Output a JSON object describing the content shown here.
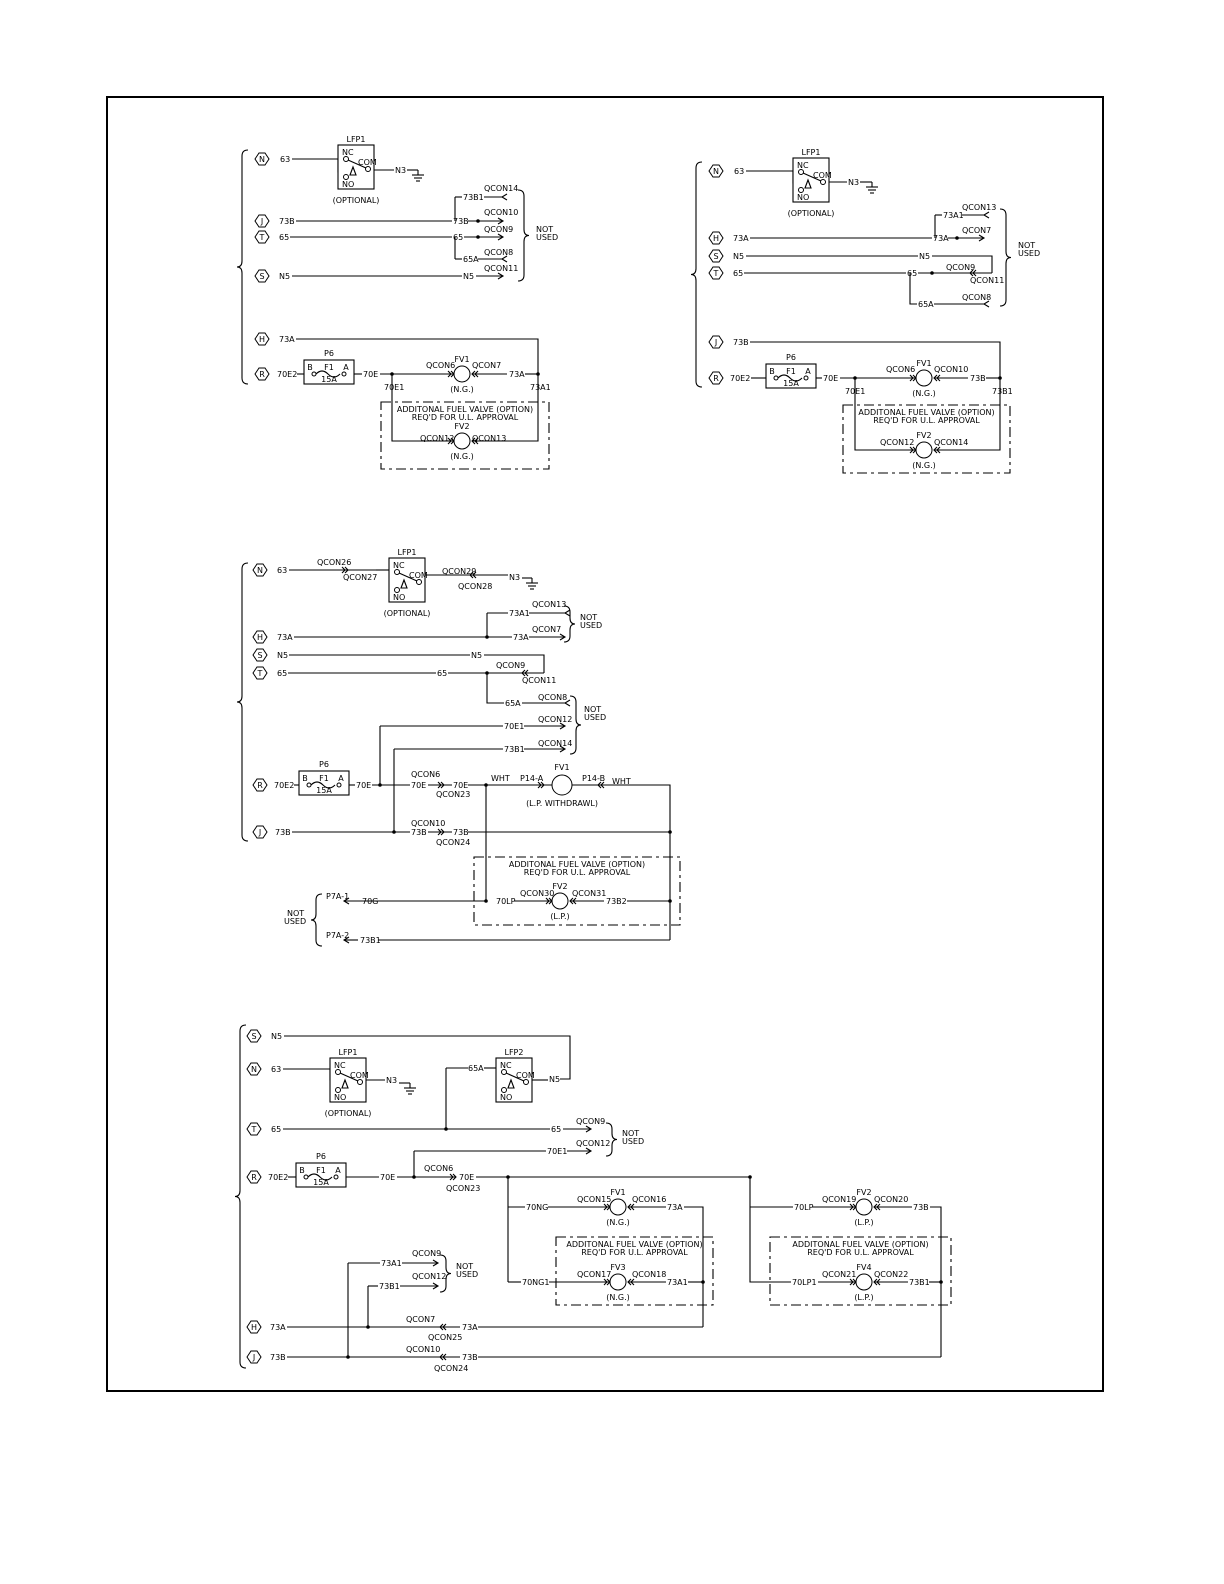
{
  "labels": {
    "N": "N",
    "J": "J",
    "T": "T",
    "S": "S",
    "H": "H",
    "R": "R",
    "w63": "63",
    "w65": "65",
    "w65A": "65A",
    "wN3": "N3",
    "wN5": "N5",
    "w73A": "73A",
    "w73A1": "73A1",
    "w73B": "73B",
    "w73B1": "73B1",
    "w73B2": "73B2",
    "w70E": "70E",
    "w70E1": "70E1",
    "w70E2": "70E2",
    "w70G": "70G",
    "w70LP": "70LP",
    "w70LP1": "70LP1",
    "w70NG": "70NG",
    "w70NG1": "70NG1",
    "LFP1": "LFP1",
    "LFP2": "LFP2",
    "NC": "NC",
    "NO": "NO",
    "COM": "COM",
    "optional": "(OPTIONAL)",
    "P6": "P6",
    "F1": "F1",
    "amp": "15A",
    "B": "B",
    "A": "A",
    "FV1": "FV1",
    "FV2": "FV2",
    "FV3": "FV3",
    "FV4": "FV4",
    "ng": "(N.G.)",
    "lp": "(L.P.)",
    "lpw": "(L.P. WITHDRAWL)",
    "addl1": "ADDITONAL FUEL VALVE (OPTION)",
    "addl2": "REQ'D FOR U.L. APPROVAL",
    "notUsed1": "NOT",
    "notUsed2": "USED",
    "wht": "WHT",
    "p14a": "P14-A",
    "p14b": "P14-B",
    "p7a1": "P7A-1",
    "p7a2": "P7A-2",
    "q6": "QCON6",
    "q7": "QCON7",
    "q8": "QCON8",
    "q9": "QCON9",
    "q10": "QCON10",
    "q11": "QCON11",
    "q12": "QCON12",
    "q13": "QCON13",
    "q14": "QCON14",
    "q15": "QCON15",
    "q16": "QCON16",
    "q17": "QCON17",
    "q18": "QCON18",
    "q19": "QCON19",
    "q20": "QCON20",
    "q21": "QCON21",
    "q22": "QCON22",
    "q23": "QCON23",
    "q24": "QCON24",
    "q25": "QCON25",
    "q26": "QCON26",
    "q27": "QCON27",
    "q28": "QCON28",
    "q29": "QCON29",
    "q30": "QCON30",
    "q31": "QCON31"
  }
}
